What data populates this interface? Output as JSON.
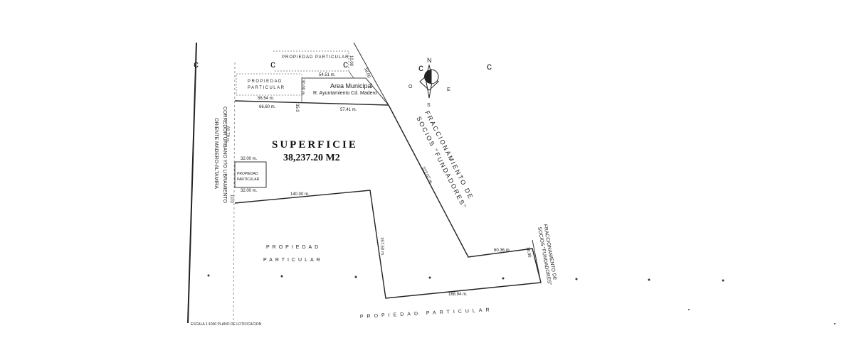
{
  "title": "SUPERFICIE",
  "area": "38,237.20 M2",
  "labels": {
    "propiedad_particular_top": "PROPIEDAD PARTICULAR",
    "propiedad_particular_small": "PROPIEDAD",
    "particular_small": "PARTICULAR",
    "area_municipal": "Area Municipal",
    "ayuntamiento": "R. Ayuntamiento Cd. Madero",
    "propiedad_small_left_1": "PROPIEDAD",
    "propiedad_small_left_2": "PARTICULAR",
    "propiedad_big_1": "PROPIEDAD",
    "propiedad_big_2": "PARTICULAR",
    "propiedad_bottom": "PROPIEDAD PARTICULAR",
    "fracc_1": "FRACCIONAMIENTO DE",
    "fracc_2": "SOCIOS \"FUNDADORES\"",
    "fracc_small_1": "FRACCIONAMIENTO DE",
    "fracc_small_2": "SOCIOS \"FUNDADORES\"",
    "corredor_1": "CORREDOR URBANO Y/O LIBRAMIENTO",
    "corredor_2": "ORIENTE MADERO-ALTAMIRA",
    "footer_note": "ESCALA 1:1000 PLANO DE LOTIFICACION"
  },
  "measurements": {
    "m_54_51": "54.51 m.",
    "m_30_00": "30.00 m.",
    "m_56_54": "56.54 m.",
    "m_66_60": "66.60 m.",
    "m_57_41": "57.41 m.",
    "m_32_00_top": "32.00 m.",
    "m_32_00_bot": "32.00 m.",
    "m_140_00": "140.00 m.",
    "m_157_50": "157.50 m.",
    "m_168_94": "168.94 m.",
    "m_222_07": "222.07 m.",
    "m_82_78": "82.78 m.",
    "m_60_36": "60.36 m.",
    "m_small_a": "10.00",
    "m_small_b": "18.00",
    "m_small_c": "35.0",
    "m_small_d": "10.0",
    "m_small_e": "18.00"
  },
  "compass": {
    "n": "N",
    "s": "S",
    "e": "E",
    "o": "O"
  }
}
